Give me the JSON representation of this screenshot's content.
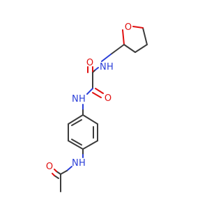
{
  "molecule": {
    "atom_labels": {
      "ring_oxygen": "O",
      "amide_nh_top": "N",
      "amide_h_top": "H",
      "carbonyl_o1": "O",
      "carbonyl_o2": "O",
      "amide_nh_mid": "N",
      "amide_h_mid": "H",
      "acetamide_n": "N",
      "acetamide_h": "H",
      "acetyl_o": "O"
    },
    "colors": {
      "bond": "#3c3c3c",
      "oxygen": "#e01010",
      "nitrogen": "#2a3ed8",
      "background": "#ffffff"
    }
  }
}
